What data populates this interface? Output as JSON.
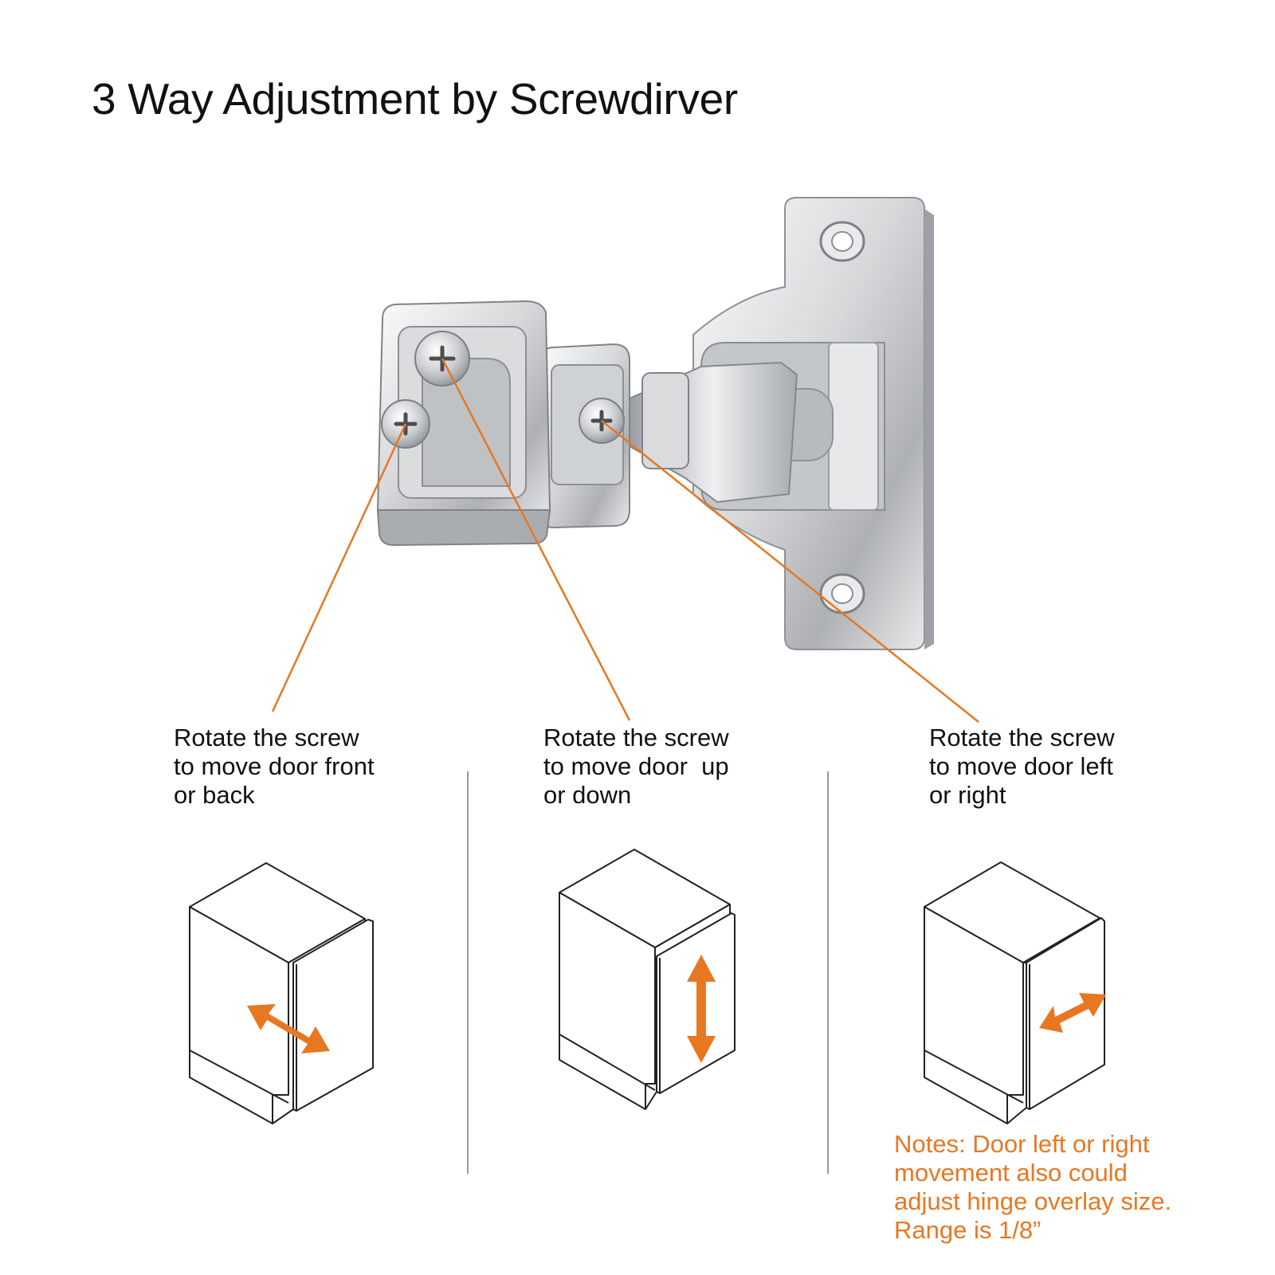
{
  "title": "3 Way Adjustment by Screwdirver",
  "colors": {
    "accent": "#e87722",
    "line": "#222222",
    "divider": "#9a9a9a"
  },
  "steps": [
    {
      "lines": [
        "Rotate the screw",
        "to move door front",
        "or back"
      ],
      "arrow": "front-back-arrow"
    },
    {
      "lines": [
        "Rotate the screw",
        "to move door  up",
        "or down"
      ],
      "arrow": "up-down-arrow"
    },
    {
      "lines": [
        "Rotate the screw",
        "to move door left",
        "or right"
      ],
      "arrow": "left-right-arrow"
    }
  ],
  "notes": [
    "Notes: Door left or right",
    "movement also could",
    "adjust hinge overlay size.",
    "Range is 1/8”"
  ]
}
